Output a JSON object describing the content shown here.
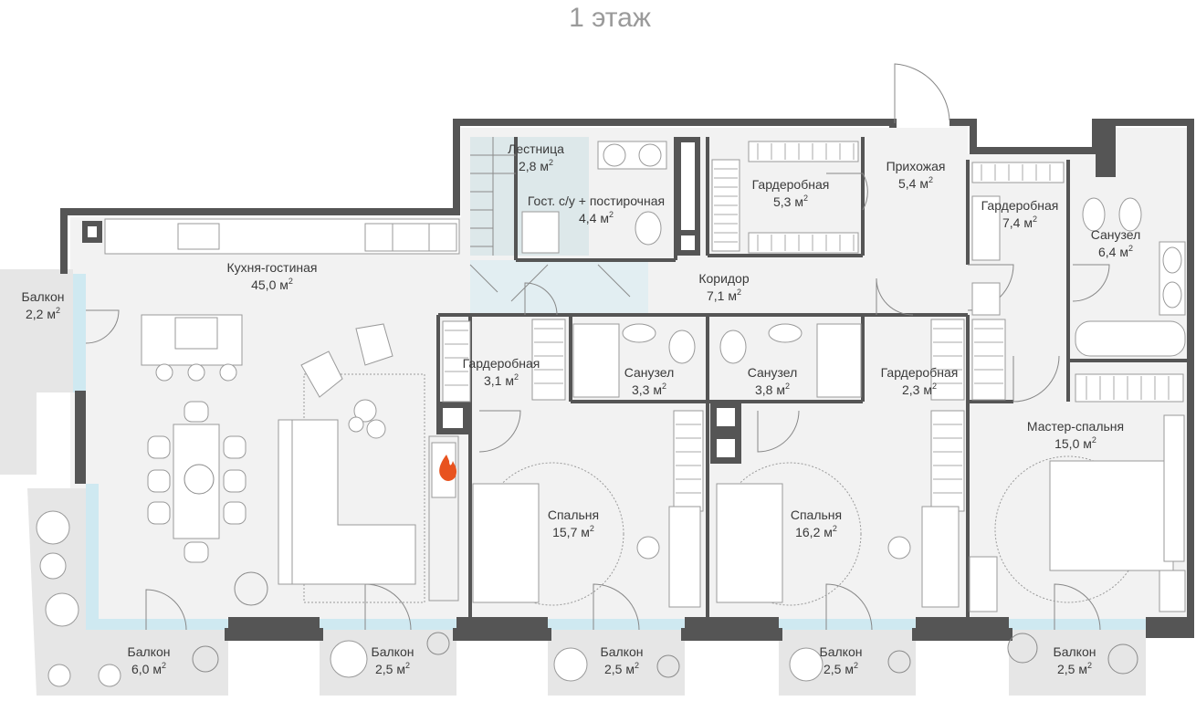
{
  "floor_title": "1 этаж",
  "colors": {
    "wall": "#555555",
    "floor": "#f2f2f2",
    "balcony": "#e8e8e8",
    "glass": "#cfe9f1",
    "text": "#3a3a3a",
    "title": "#9a9a9a",
    "fire": "#e8531f"
  },
  "rooms": [
    {
      "id": "kitchen",
      "name": "Кухня-гостиная",
      "area": "45,0"
    },
    {
      "id": "stairs",
      "name": "Лестница",
      "area": "2,8"
    },
    {
      "id": "guest-wc",
      "name": "Гост. с/у + постирочная",
      "area": "4,4"
    },
    {
      "id": "wardrobe-1",
      "name": "Гардеробная",
      "area": "5,3"
    },
    {
      "id": "hall",
      "name": "Прихожая",
      "area": "5,4"
    },
    {
      "id": "wardrobe-2",
      "name": "Гардеробная",
      "area": "7,4"
    },
    {
      "id": "bath-1",
      "name": "Санузел",
      "area": "6,4"
    },
    {
      "id": "corridor",
      "name": "Коридор",
      "area": "7,1"
    },
    {
      "id": "wardrobe-3",
      "name": "Гардеробная",
      "area": "3,1"
    },
    {
      "id": "bath-2",
      "name": "Санузел",
      "area": "3,3"
    },
    {
      "id": "bath-3",
      "name": "Санузел",
      "area": "3,8"
    },
    {
      "id": "wardrobe-4",
      "name": "Гардеробная",
      "area": "2,3"
    },
    {
      "id": "master",
      "name": "Мастер-спальня",
      "area": "15,0"
    },
    {
      "id": "bedroom-1",
      "name": "Спальня",
      "area": "15,7"
    },
    {
      "id": "bedroom-2",
      "name": "Спальня",
      "area": "16,2"
    },
    {
      "id": "balcony-w",
      "name": "Балкон",
      "area": "2,2"
    },
    {
      "id": "balcony-1",
      "name": "Балкон",
      "area": "6,0"
    },
    {
      "id": "balcony-2",
      "name": "Балкон",
      "area": "2,5"
    },
    {
      "id": "balcony-3",
      "name": "Балкон",
      "area": "2,5"
    },
    {
      "id": "balcony-4",
      "name": "Балкон",
      "area": "2,5"
    },
    {
      "id": "balcony-5",
      "name": "Балкон",
      "area": "2,5"
    }
  ],
  "area_unit": "м",
  "area_unit_sup": "2"
}
